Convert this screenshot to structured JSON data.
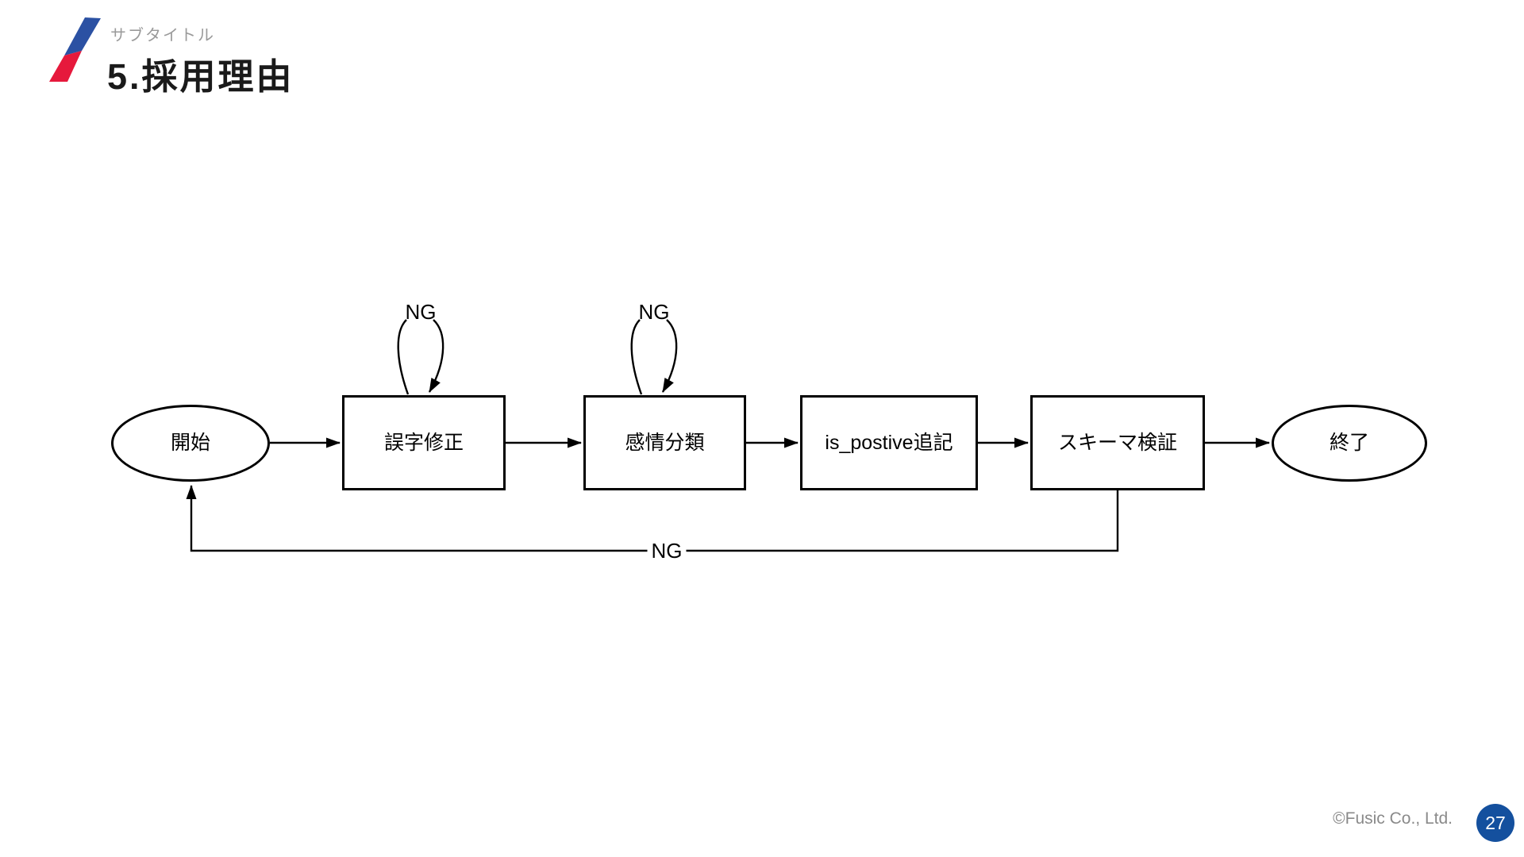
{
  "header": {
    "subtitle": "サブタイトル",
    "title": "5.採用理由"
  },
  "diagram": {
    "type": "flowchart",
    "nodes": [
      {
        "id": "start",
        "label": "開始",
        "shape": "ellipse"
      },
      {
        "id": "typo-fix",
        "label": "誤字修正",
        "shape": "rect"
      },
      {
        "id": "sentiment",
        "label": "感情分類",
        "shape": "rect"
      },
      {
        "id": "is-postive",
        "label": "is_postive追記",
        "shape": "rect"
      },
      {
        "id": "schema-check",
        "label": "スキーマ検証",
        "shape": "rect"
      },
      {
        "id": "end",
        "label": "終了",
        "shape": "ellipse"
      }
    ],
    "edges": [
      {
        "from": "start",
        "to": "typo-fix",
        "label": ""
      },
      {
        "from": "typo-fix",
        "to": "typo-fix",
        "label": "NG"
      },
      {
        "from": "typo-fix",
        "to": "sentiment",
        "label": ""
      },
      {
        "from": "sentiment",
        "to": "sentiment",
        "label": "NG"
      },
      {
        "from": "sentiment",
        "to": "is-postive",
        "label": ""
      },
      {
        "from": "is-postive",
        "to": "schema-check",
        "label": ""
      },
      {
        "from": "schema-check",
        "to": "end",
        "label": ""
      },
      {
        "from": "schema-check",
        "to": "start",
        "label": "NG"
      }
    ],
    "edge_labels": {
      "loop1": "NG",
      "loop2": "NG",
      "feedback": "NG"
    }
  },
  "footer": {
    "copyright": "©Fusic Co., Ltd.",
    "page_number": "27"
  },
  "colors": {
    "logo_blue": "#2b51a3",
    "logo_red": "#e6193c",
    "page_circle_blue": "#14509e",
    "subtitle_gray": "#9a9a9a",
    "footer_gray": "#8a8a8a",
    "diagram_stroke": "#000000"
  }
}
